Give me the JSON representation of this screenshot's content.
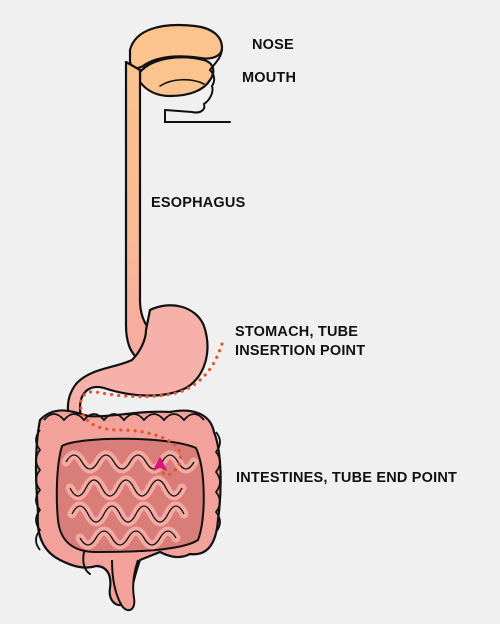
{
  "labels": {
    "nose": "NOSE",
    "mouth": "MOUTH",
    "esophagus": "ESOPHAGUS",
    "stomach_line1": "STOMACH, TUBE",
    "stomach_line2": "INSERTION POINT",
    "intestines": "INTESTINES, TUBE END POINT"
  },
  "colors": {
    "background": "#f0f0f0",
    "upper_tract": "#fbc48e",
    "stomach": "#f6b2aa",
    "intestine": "#f2a19b",
    "intestine_dark": "#d97d78",
    "outline": "#111111",
    "tube": "#e4572e",
    "tube_end": "#d6177a"
  }
}
